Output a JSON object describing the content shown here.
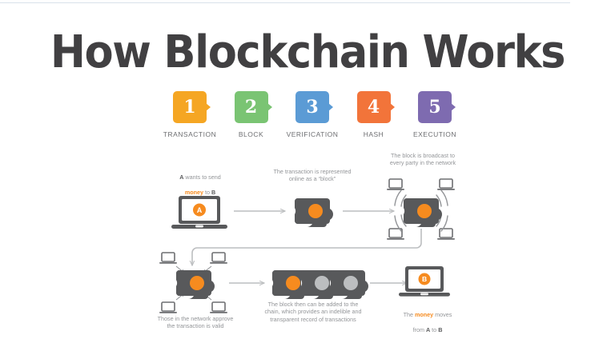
{
  "page": {
    "title": "How Blockchain Works",
    "background_color": "#ffffff",
    "title_color": "#414042",
    "rule_color": "#d9e2ea"
  },
  "steps": [
    {
      "number": "1",
      "label": "TRANSACTION",
      "color": "#f5a623"
    },
    {
      "number": "2",
      "label": "BLOCK",
      "color": "#7ac473"
    },
    {
      "number": "3",
      "label": "VERIFICATION",
      "color": "#5b9bd5"
    },
    {
      "number": "4",
      "label": "HASH",
      "color": "#f2743a"
    },
    {
      "number": "5",
      "label": "EXECUTION",
      "color": "#7e6bb0"
    }
  ],
  "diagram": {
    "accent_color": "#f68b1f",
    "block_color": "#58595b",
    "inactive_block_dot": "#bcbec0",
    "connector_color": "#bcbec0",
    "captions": {
      "step1_line1_pre": "A",
      "step1_line1_post": " wants to send",
      "step1_line2_money": "money",
      "step1_line2_post": " to ",
      "step1_line2_b": "B",
      "step2": "The transaction is represented\nonline as a “block”",
      "step3": "The block is broadcast to\nevery party in the network",
      "step4": "Those in the network approve\nthe transaction is valid",
      "step5": "The block then can be added to the\nchain, which provides an indelible and\ntransparent record of transactions",
      "step6_pre": "The ",
      "step6_money": "money",
      "step6_mid": " moves",
      "step6_line2_pre": "from ",
      "step6_a": "A",
      "step6_to": " to ",
      "step6_b": "B"
    },
    "nodes": {
      "sender_laptop_letter": "A",
      "receiver_laptop_letter": "B"
    }
  }
}
